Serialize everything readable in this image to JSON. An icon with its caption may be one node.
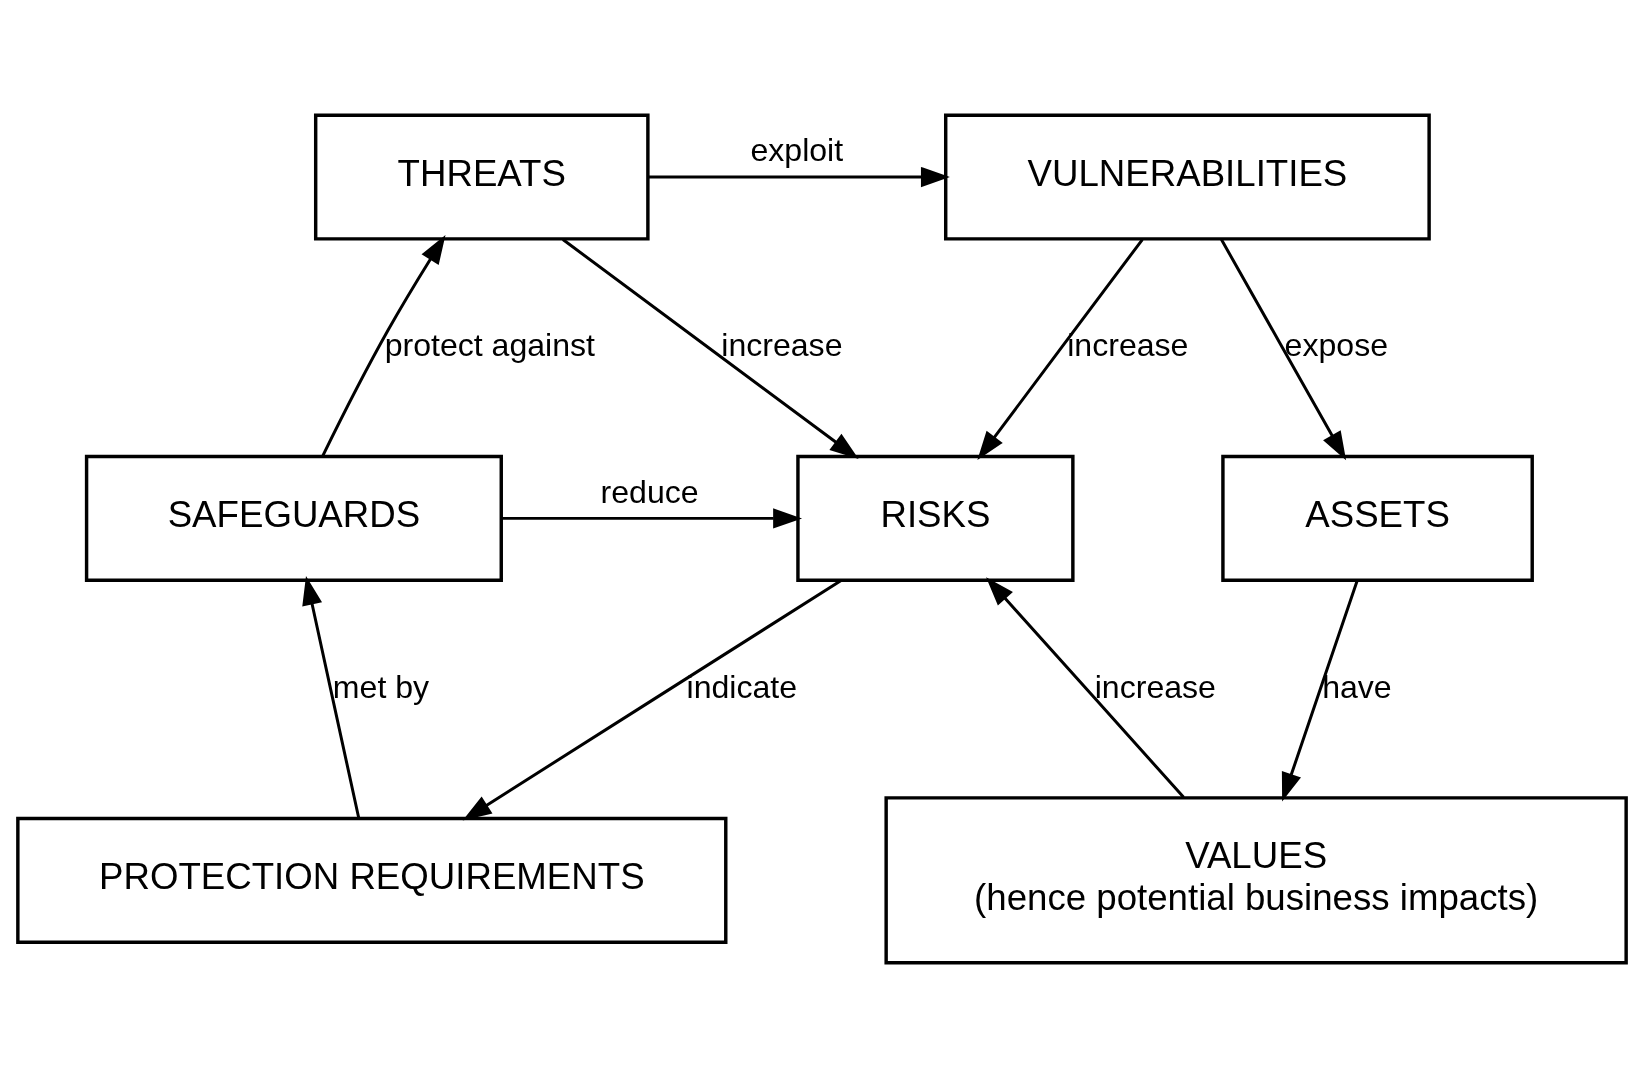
{
  "diagram": {
    "nodes": [
      {
        "text": [
          "THREATS"
        ]
      },
      {
        "text": [
          "VULNERABILITIES"
        ]
      },
      {
        "text": [
          "SAFEGUARDS"
        ]
      },
      {
        "text": [
          "RISKS"
        ]
      },
      {
        "text": [
          "ASSETS"
        ]
      },
      {
        "text": [
          "PROTECTION REQUIREMENTS"
        ]
      },
      {
        "text": [
          "VALUES",
          "(hence potential business impacts)"
        ]
      }
    ],
    "edges": [
      {
        "from": 0,
        "to": 1,
        "arrow": "to",
        "label": "exploit"
      },
      {
        "from": 0,
        "to": 3,
        "arrow": "to",
        "label": "increase"
      },
      {
        "from": 1,
        "to": 3,
        "arrow": "to",
        "label": "increase"
      },
      {
        "from": 1,
        "to": 4,
        "arrow": "to",
        "label": "expose"
      },
      {
        "from": 2,
        "to": 0,
        "arrow": "to",
        "label": "protect against"
      },
      {
        "from": 2,
        "to": 3,
        "arrow": "to",
        "label": "reduce"
      },
      {
        "from": 3,
        "to": 5,
        "arrow": "to",
        "label": "indicate"
      },
      {
        "from": 5,
        "to": 2,
        "arrow": "to",
        "label": "met by"
      },
      {
        "from": 6,
        "to": 3,
        "arrow": "to",
        "label": "increase"
      },
      {
        "from": 4,
        "to": 6,
        "arrow": "to",
        "label": "have"
      }
    ]
  }
}
